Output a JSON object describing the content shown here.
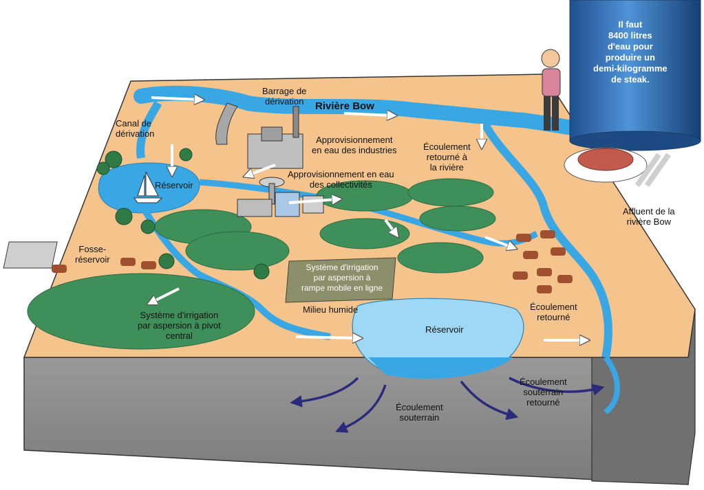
{
  "labels": {
    "barrage": "Barrage de\ndérivation",
    "riviere_bow": "Rivière Bow",
    "canal": "Canal de\ndérivation",
    "industries": "Approvisionnement\nen eau des industries",
    "ecoulement_riviere": "Écoulement\nretourné à\nla rivière",
    "reservoir_nw": "Réservoir",
    "collectivites": "Approvisionnement en eau\ndes collectivités",
    "affluent": "Affluent de la\nrivière Bow",
    "fosse": "Fosse-\nréservoir",
    "rampe": "Système d'irrigation\npar aspersion à\nrampe mobile en ligne",
    "milieu_humide": "Milieu humide",
    "pivot": "Système d'irrigation\npar aspersion à pivot\ncentral",
    "ecoulement_retourne": "Écoulement\nretourné",
    "reservoir_s": "Réservoir",
    "souterrain": "Écoulement\nsouterrain",
    "souterrain_retourne": "Écoulement\nsouterrain\nretourné",
    "steak_fact": "Il faut\n8400 litres\nd'eau pour\nproduire un\ndemi-kilogramme\nde steak."
  },
  "colors": {
    "land": "#f5c48c",
    "ground_front": "#8c8c8c",
    "ground_side": "#6e6e6e",
    "water": "#39a7e4",
    "water_light": "#9fd8f5",
    "field": "#3f8f5b",
    "tank": "#2f72b8",
    "arrow_under": "#2c2a7a"
  }
}
